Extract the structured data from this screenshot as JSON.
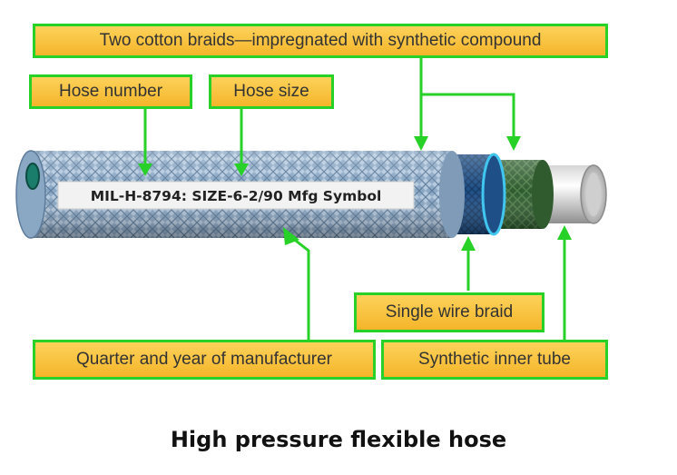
{
  "labels": {
    "braids": "Two cotton braids—impregnated with synthetic compound",
    "hose_number": "Hose number",
    "hose_size": "Hose size",
    "single_wire": "Single wire braid",
    "quarter_year": "Quarter and year of manufacturer",
    "inner_tube": "Synthetic inner tube"
  },
  "hose_marking": "MIL-H-8794: SIZE-6-2/90 Mfg Symbol",
  "caption": "High pressure flexible hose",
  "colors": {
    "label_fill": "#f5b52a",
    "label_border": "#27d127",
    "arrow": "#27d127",
    "outer_braid": "#8aa7c4",
    "wire_braid": "#1f4f87",
    "inner_braid": "#2f5b2f",
    "inner_tube": "#e0e0e0"
  }
}
